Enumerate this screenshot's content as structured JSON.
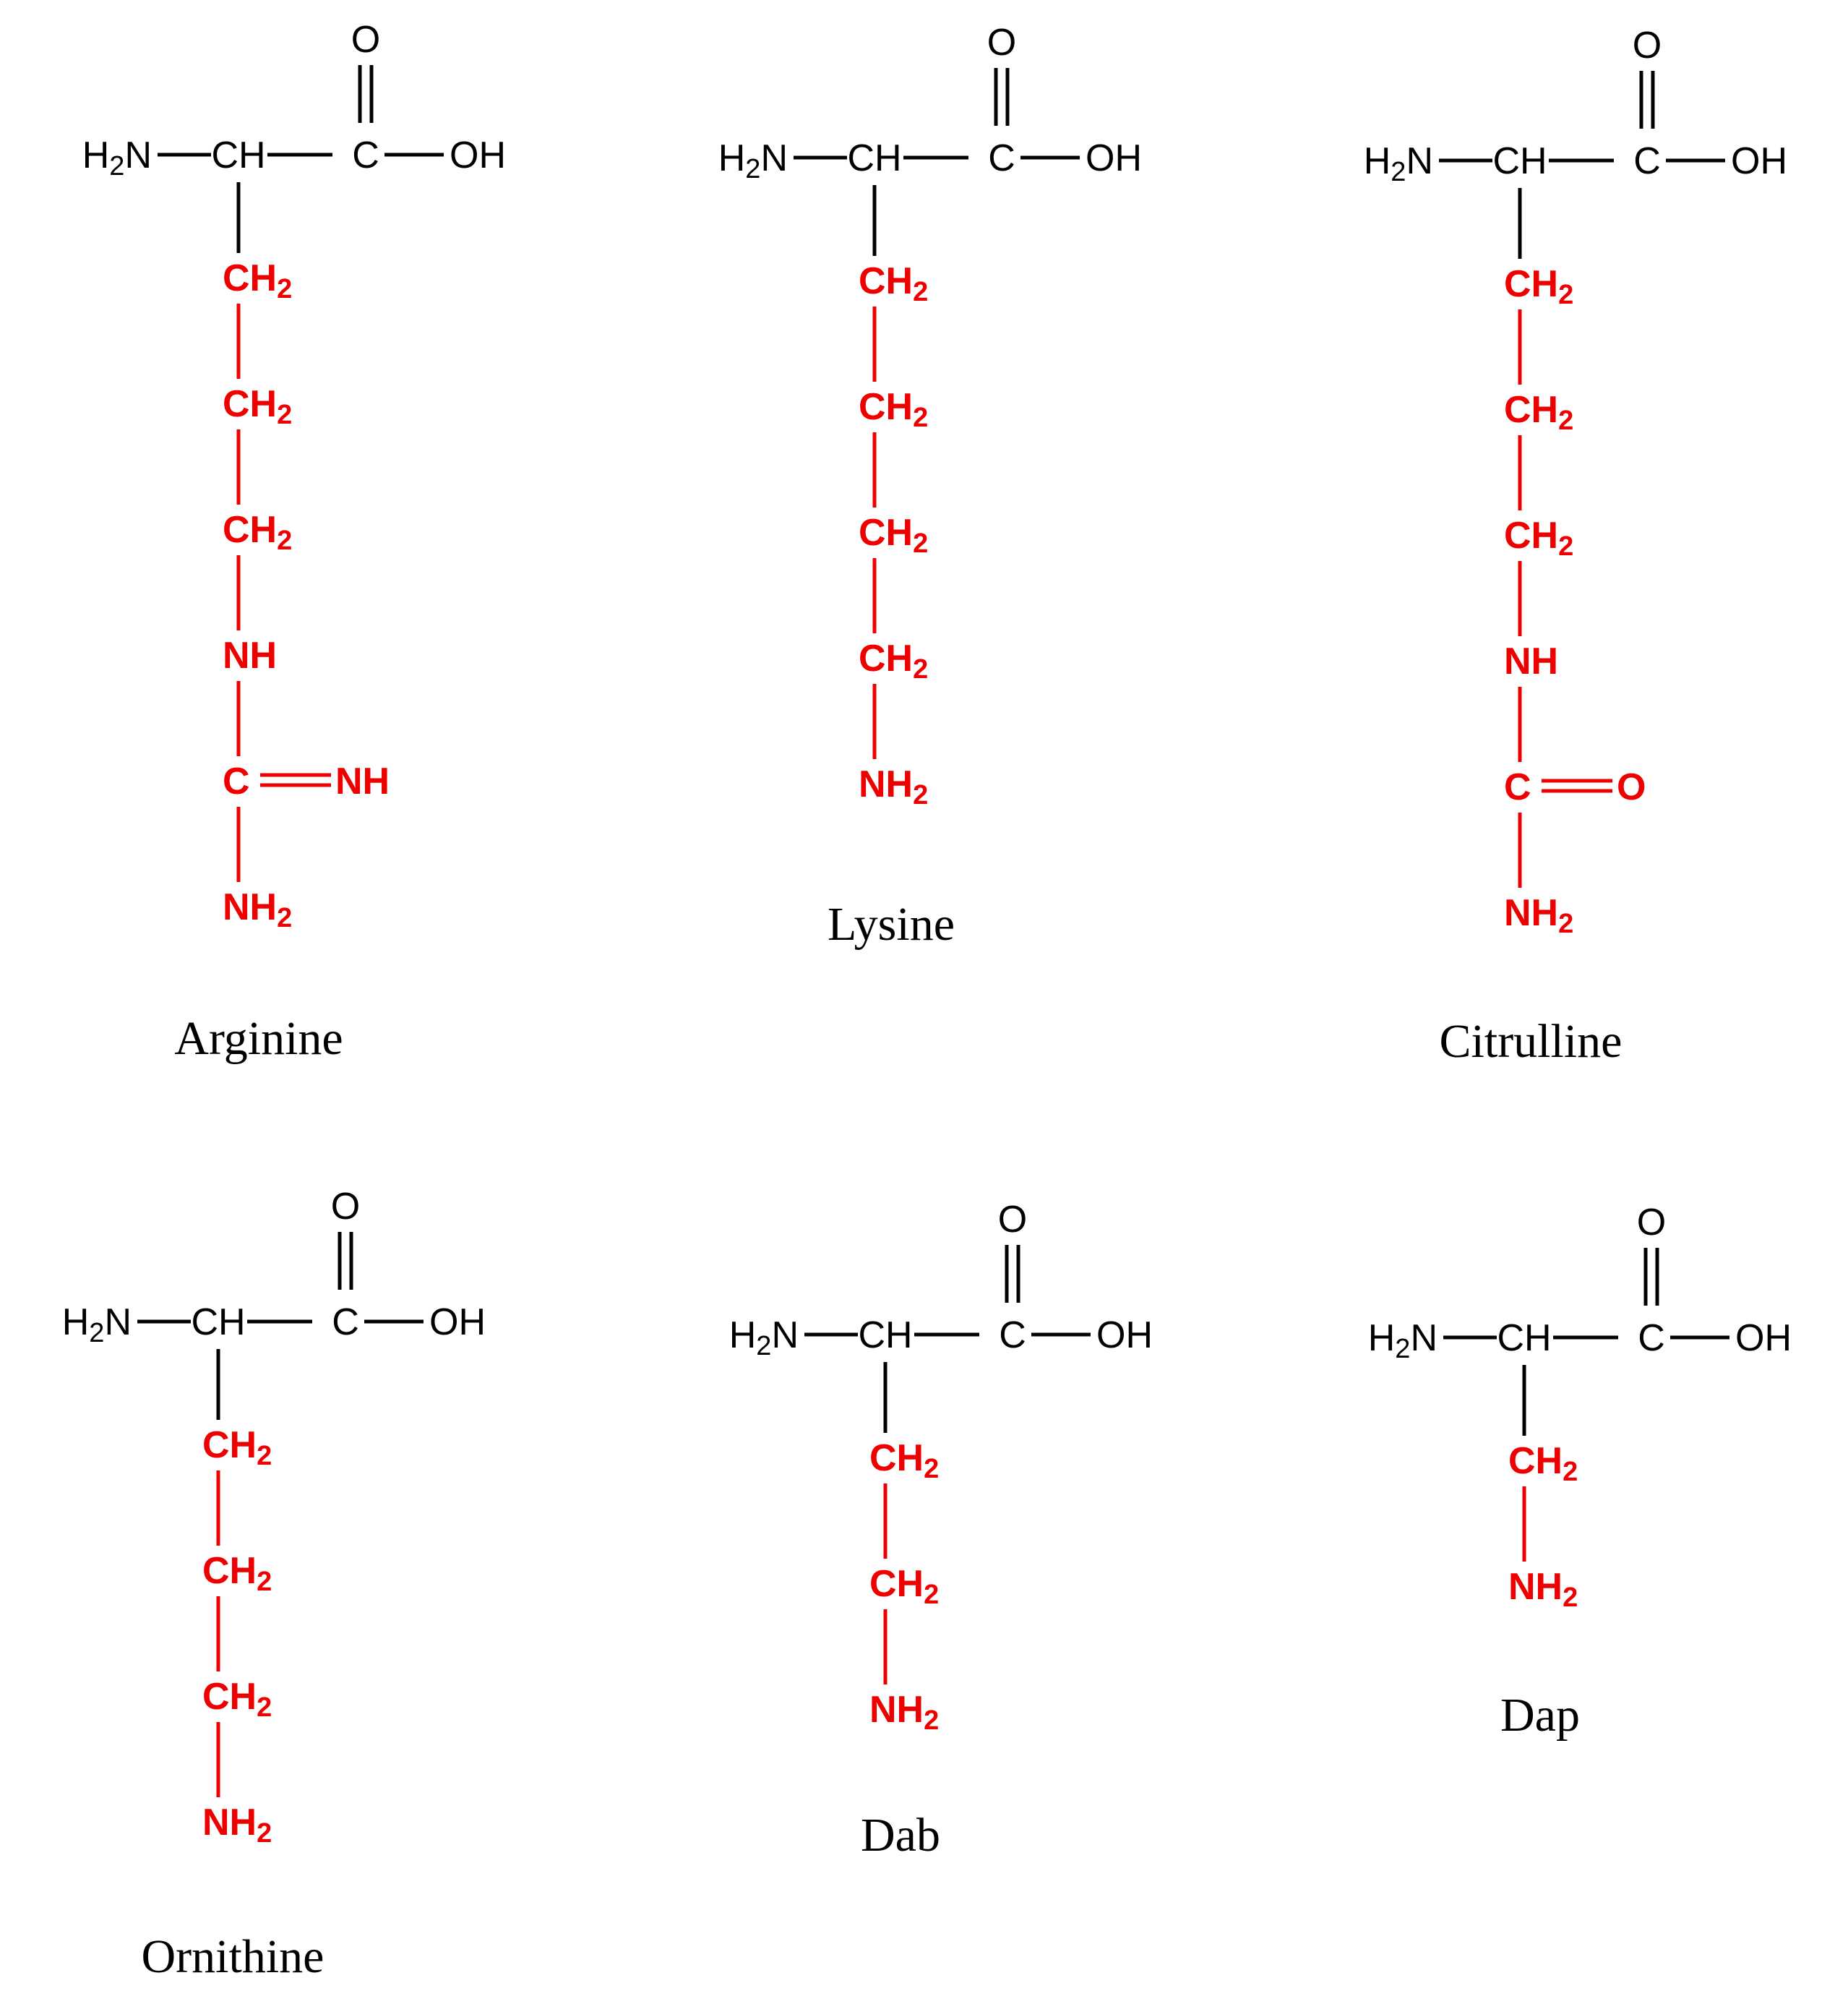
{
  "colors": {
    "backbone": "#000000",
    "side_chain": "#ee0000",
    "background": "#ffffff"
  },
  "backbone": {
    "amine_H": "H",
    "amine_sub": "2",
    "amine_N": "N",
    "alpha": "CH",
    "carbonyl_C": "C",
    "carbonyl_O": "O",
    "hydroxyl": "OH"
  },
  "molecules": [
    {
      "name": "Arginine",
      "side_chain": [
        {
          "main": "CH",
          "sub": "2"
        },
        {
          "main": "CH",
          "sub": "2"
        },
        {
          "main": "CH",
          "sub": "2"
        },
        {
          "main": "NH",
          "sub": ""
        },
        {
          "main": "C",
          "sub": "",
          "double_bond_to": "NH"
        },
        {
          "main": "NH",
          "sub": "2"
        }
      ]
    },
    {
      "name": "Lysine",
      "side_chain": [
        {
          "main": "CH",
          "sub": "2"
        },
        {
          "main": "CH",
          "sub": "2"
        },
        {
          "main": "CH",
          "sub": "2"
        },
        {
          "main": "CH",
          "sub": "2"
        },
        {
          "main": "NH",
          "sub": "2"
        }
      ]
    },
    {
      "name": "Citrulline",
      "side_chain": [
        {
          "main": "CH",
          "sub": "2"
        },
        {
          "main": "CH",
          "sub": "2"
        },
        {
          "main": "CH",
          "sub": "2"
        },
        {
          "main": "NH",
          "sub": ""
        },
        {
          "main": "C",
          "sub": "",
          "double_bond_to": "O"
        },
        {
          "main": "NH",
          "sub": "2"
        }
      ]
    },
    {
      "name": "Ornithine",
      "side_chain": [
        {
          "main": "CH",
          "sub": "2"
        },
        {
          "main": "CH",
          "sub": "2"
        },
        {
          "main": "CH",
          "sub": "2"
        },
        {
          "main": "NH",
          "sub": "2"
        }
      ]
    },
    {
      "name": "Dab",
      "side_chain": [
        {
          "main": "CH",
          "sub": "2"
        },
        {
          "main": "CH",
          "sub": "2"
        },
        {
          "main": "NH",
          "sub": "2"
        }
      ]
    },
    {
      "name": "Dap",
      "side_chain": [
        {
          "main": "CH",
          "sub": "2"
        },
        {
          "main": "NH",
          "sub": "2"
        }
      ]
    }
  ]
}
